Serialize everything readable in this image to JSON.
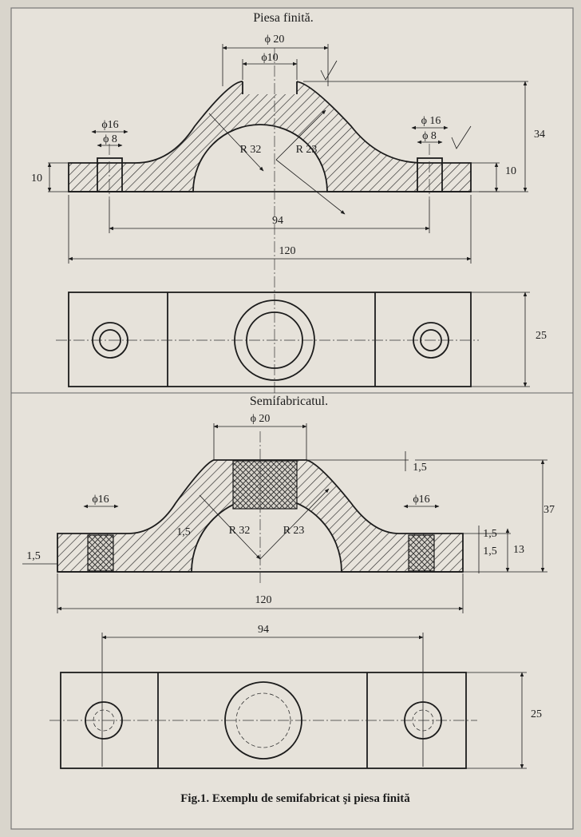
{
  "finished_part": {
    "title": "Piesa finită.",
    "dims": {
      "phi20": "ϕ 20",
      "phi10": "ϕ10",
      "phi16_left": "ϕ16",
      "phi8_left": "ϕ 8",
      "phi16_right": "ϕ 16",
      "phi8_right": "ϕ 8",
      "r32": "R 32",
      "r23": "R 23",
      "h10_left": "10",
      "h10_right": "10",
      "h34": "34",
      "l94": "94",
      "l120": "120",
      "w25": "25"
    }
  },
  "semi_product": {
    "title": "Semifabricatul.",
    "dims": {
      "phi20": "ϕ 20",
      "phi16_left": "ϕ16",
      "phi16_right": "ϕ16",
      "r32": "R 32",
      "r23": "R 23",
      "allow_top": "1,5",
      "allow_left": "1,5",
      "allow_arc": "1,5",
      "allow_r1": "1,5",
      "allow_r2": "1,5",
      "h13": "13",
      "h37": "37",
      "l120": "120",
      "l94": "94",
      "w25": "25"
    }
  },
  "caption": "Fig.1. Exemplu de semifabricat şi piesa finită"
}
